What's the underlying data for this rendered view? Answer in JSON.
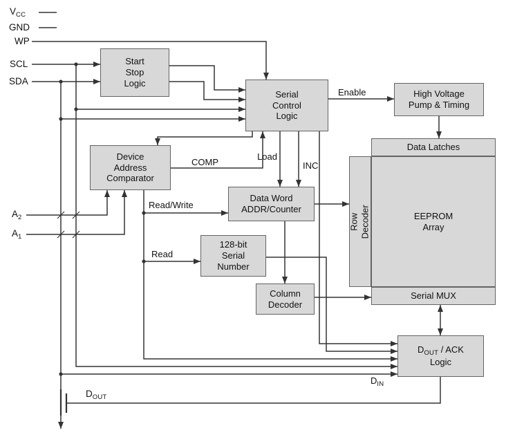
{
  "pins": {
    "vcc": {
      "base": "V",
      "sub": "CC"
    },
    "gnd": "GND",
    "wp": "WP",
    "scl": "SCL",
    "sda": "SDA",
    "a2": {
      "base": "A",
      "sub": "2"
    },
    "a1": {
      "base": "A",
      "sub": "1"
    },
    "dout_pin": {
      "base": "D",
      "sub": "OUT"
    }
  },
  "blocks": {
    "start_stop_logic": "Start\nStop\nLogic",
    "serial_control_logic": "Serial\nControl\nLogic",
    "high_voltage": "High Voltage\nPump & Timing",
    "data_latches": "Data Latches",
    "row_decoder": "Row Decoder",
    "eeprom_array": "EEPROM\nArray",
    "serial_mux": "Serial MUX",
    "device_address_comparator": "Device\nAddress\nComparator",
    "data_word_counter": "Data Word\nADDR/Counter",
    "serial_number": "128-bit\nSerial\nNumber",
    "column_decoder": "Column\nDecoder",
    "dout_ack": {
      "base": "D",
      "sub": "OUT",
      "rest": " / ACK",
      "line2": "Logic"
    }
  },
  "signals": {
    "enable": "Enable",
    "comp": "COMP",
    "load": "Load",
    "inc": "INC",
    "read_write": "Read/Write",
    "read": "Read",
    "din": {
      "base": "D",
      "sub": "IN"
    }
  },
  "colors": {
    "background": "#ffffff",
    "block_fill": "#d8d8d8",
    "block_border": "#636363",
    "wire": "#333333",
    "text": "#111111"
  }
}
